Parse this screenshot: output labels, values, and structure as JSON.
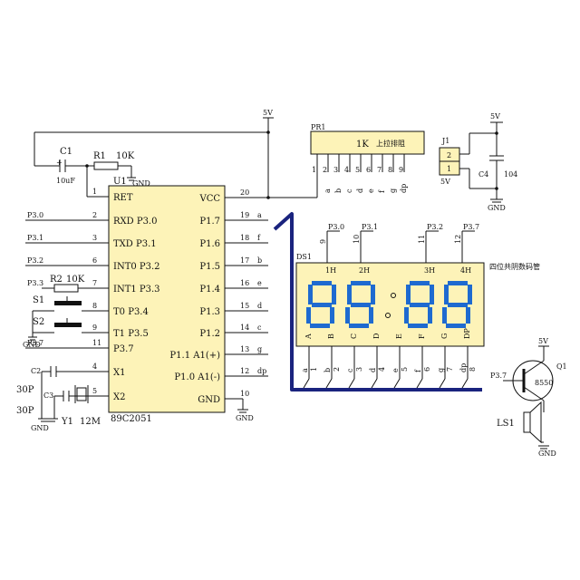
{
  "mcu": {
    "designator": "U1",
    "part": "89C2051",
    "left_pins": [
      {
        "num": "1",
        "name": "RET"
      },
      {
        "num": "2",
        "name": "RXD P3.0"
      },
      {
        "num": "3",
        "name": "TXD P3.1"
      },
      {
        "num": "6",
        "name": "INT0 P3.2"
      },
      {
        "num": "7",
        "name": "INT1 P3.3"
      },
      {
        "num": "8",
        "name": "T0 P3.4"
      },
      {
        "num": "9",
        "name": "T1 P3.5"
      },
      {
        "num": "11",
        "name": "P3.7"
      },
      {
        "num": "4",
        "name": "X1"
      },
      {
        "num": "5",
        "name": "X2"
      }
    ],
    "right_pins": [
      {
        "num": "20",
        "name": "VCC",
        "net": ""
      },
      {
        "num": "19",
        "name": "P1.7",
        "net": "a"
      },
      {
        "num": "18",
        "name": "P1.6",
        "net": "f"
      },
      {
        "num": "17",
        "name": "P1.5",
        "net": "b"
      },
      {
        "num": "16",
        "name": "P1.4",
        "net": "e"
      },
      {
        "num": "15",
        "name": "P1.3",
        "net": "d"
      },
      {
        "num": "14",
        "name": "P1.2",
        "net": "c"
      },
      {
        "num": "13",
        "name": "P1.1 A1(+)",
        "net": "g"
      },
      {
        "num": "12",
        "name": "P1.0 A1(-)",
        "net": "dp"
      },
      {
        "num": "10",
        "name": "GND",
        "net": ""
      }
    ],
    "left_nets": [
      "P3.0",
      "P3.1",
      "P3.2",
      "P3.3",
      "P3.7"
    ]
  },
  "reset": {
    "c1": "C1",
    "c1_value": "10uF",
    "r1": "R1",
    "r1_value": "10K",
    "gnd": "GND"
  },
  "buttons": {
    "s1": "S1",
    "s2": "S2",
    "r2": "R2",
    "r2_value": "10K",
    "gnd": "GND",
    "p33": "P3.3"
  },
  "crystal": {
    "c2": "C2",
    "c3": "C3",
    "cap_value": "30P",
    "y1": "Y1",
    "freq": "12M",
    "gnd": "GND"
  },
  "power": {
    "vcc": "5V",
    "gnd": "GND"
  },
  "pr1": {
    "designator": "PR1",
    "value": "1K",
    "note": "上拉排阻",
    "pins": [
      "1",
      "2",
      "3",
      "4",
      "5",
      "6",
      "7",
      "8",
      "9"
    ],
    "nets": [
      "a",
      "b",
      "c",
      "d",
      "e",
      "f",
      "g",
      "dp"
    ]
  },
  "j1": {
    "designator": "J1",
    "pins": [
      "2",
      "1"
    ],
    "label": "5V"
  },
  "c4": {
    "designator": "C4",
    "value": "104",
    "vcc": "5V",
    "gnd": "GND"
  },
  "display": {
    "designator": "DS1",
    "title": "四位共阴数码管",
    "digit_nets": [
      {
        "pin": "9",
        "net": "P3.0"
      },
      {
        "pin": "10",
        "net": "P3.1"
      },
      {
        "pin": "11",
        "net": "P3.2"
      },
      {
        "pin": "12",
        "net": "P3.7"
      }
    ],
    "digit_marks": [
      "1H",
      "2H",
      "3H",
      "4H"
    ],
    "segments": [
      "A",
      "B",
      "C",
      "D",
      "E",
      "F",
      "G",
      "DP"
    ],
    "bottom_pins": [
      {
        "num": "1",
        "net": "a"
      },
      {
        "num": "2",
        "net": "b"
      },
      {
        "num": "3",
        "net": "c"
      },
      {
        "num": "4",
        "net": "d"
      },
      {
        "num": "5",
        "net": "e"
      },
      {
        "num": "6",
        "net": "f"
      },
      {
        "num": "7",
        "net": "g"
      },
      {
        "num": "8",
        "net": "dp"
      }
    ]
  },
  "buzzer": {
    "q": "Q1",
    "part": "8550",
    "ls": "LS1",
    "drive": "P3.7",
    "vcc": "5V",
    "gnd": "GND"
  }
}
